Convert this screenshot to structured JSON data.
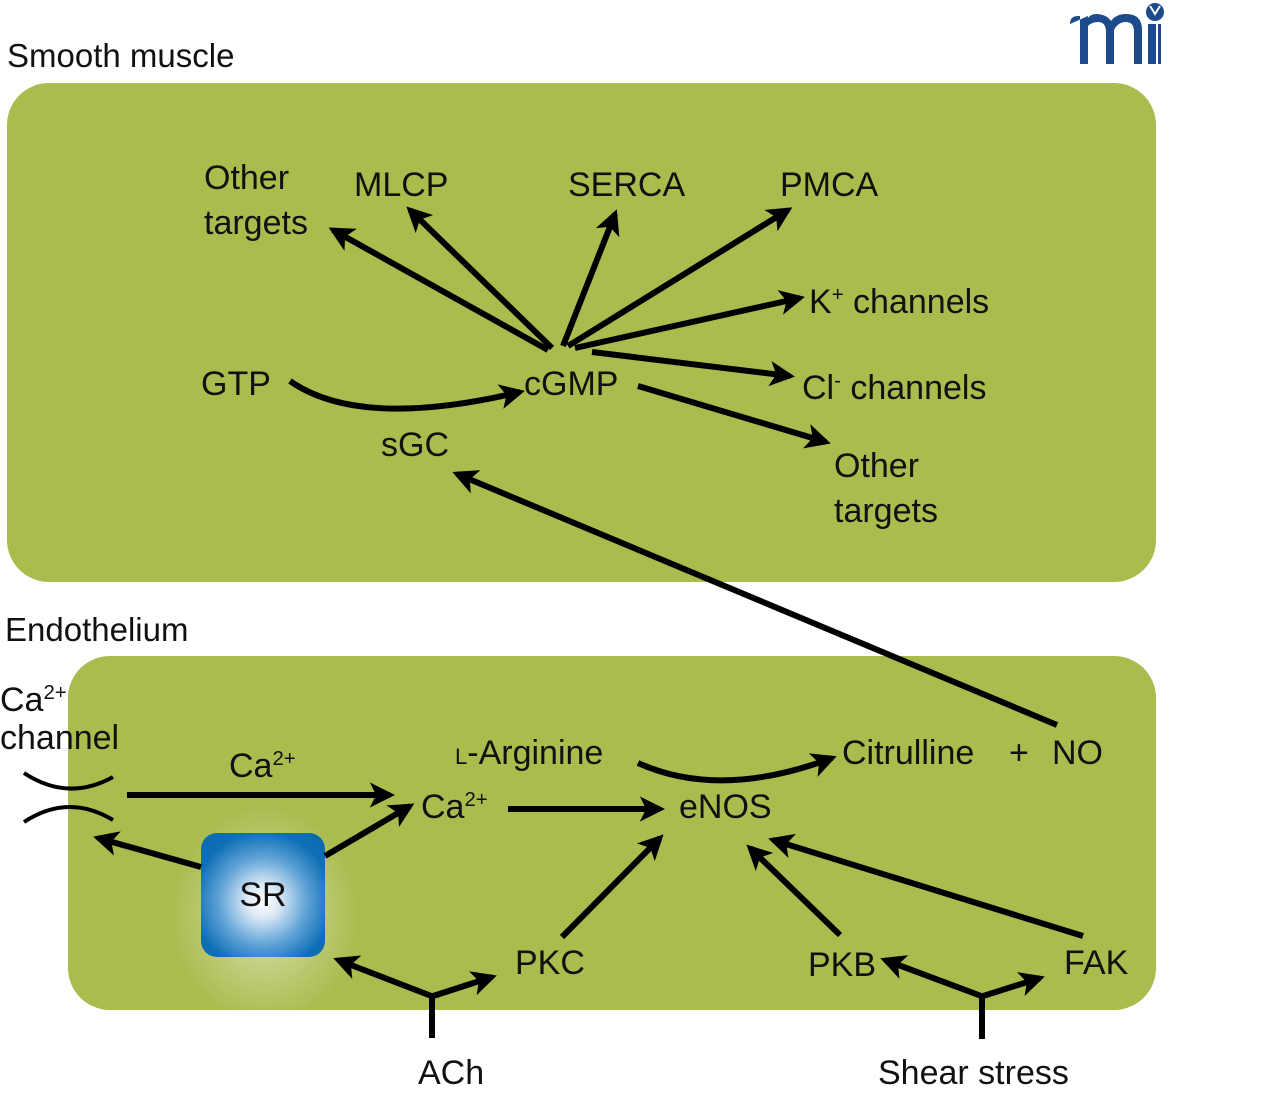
{
  "logo": {
    "text": "mi",
    "color": "#1c4a8a"
  },
  "colors": {
    "panel": "#a9bc4e",
    "arrow": "#000000",
    "sr": "#0b68ae"
  },
  "sections": {
    "smooth_muscle": "Smooth muscle",
    "endothelium": "Endothelium"
  },
  "smooth_muscle_nodes": {
    "other_targets_left": [
      "Other",
      "targets"
    ],
    "mlcp": "MLCP",
    "serca": "SERCA",
    "pmca": "PMCA",
    "k_channels": {
      "ion": "K",
      "charge": "+",
      "suffix": " channels"
    },
    "cl_channels": {
      "ion": "Cl",
      "charge": "-",
      "suffix": " channels"
    },
    "other_targets_right": [
      "Other",
      "targets"
    ],
    "gtp": "GTP",
    "cgmp": "cGMP",
    "sgc": "sGC"
  },
  "endothelium_nodes": {
    "ca_channel": {
      "ion": "Ca",
      "charge": "2+",
      "label": "channel"
    },
    "ca_flux": {
      "ion": "Ca",
      "charge": "2+"
    },
    "ca_intracellular": {
      "ion": "Ca",
      "charge": "2+"
    },
    "l_prefix": "L",
    "arginine": "-Arginine",
    "citrulline": "Citrulline",
    "plus": "+",
    "no": "NO",
    "enos": "eNOS",
    "sr": "SR",
    "pkc": "PKC",
    "pkb": "PKB",
    "fak": "FAK"
  },
  "stimuli": {
    "ach": "ACh",
    "shear_stress": "Shear stress"
  },
  "edges": [
    {
      "from": "cGMP",
      "to": "Other targets (left)"
    },
    {
      "from": "cGMP",
      "to": "MLCP"
    },
    {
      "from": "cGMP",
      "to": "SERCA"
    },
    {
      "from": "cGMP",
      "to": "PMCA"
    },
    {
      "from": "cGMP",
      "to": "K+ channels"
    },
    {
      "from": "cGMP",
      "to": "Cl- channels"
    },
    {
      "from": "cGMP",
      "to": "Other targets (right)"
    },
    {
      "from": "GTP",
      "to": "cGMP",
      "via": "sGC"
    },
    {
      "from": "NO",
      "to": "sGC"
    },
    {
      "from": "Ca2+ channel",
      "to": "Ca2+"
    },
    {
      "from": "SR",
      "to": "Ca2+ channel"
    },
    {
      "from": "SR",
      "to": "Ca2+"
    },
    {
      "from": "Ca2+",
      "to": "eNOS"
    },
    {
      "from": "L-Arginine",
      "to": "Citrulline + NO",
      "via": "eNOS"
    },
    {
      "from": "PKC",
      "to": "eNOS"
    },
    {
      "from": "PKB",
      "to": "eNOS"
    },
    {
      "from": "FAK",
      "to": "eNOS"
    },
    {
      "from": "ACh",
      "to": "SR"
    },
    {
      "from": "ACh",
      "to": "PKC"
    },
    {
      "from": "Shear stress",
      "to": "PKB"
    },
    {
      "from": "Shear stress",
      "to": "FAK"
    }
  ]
}
